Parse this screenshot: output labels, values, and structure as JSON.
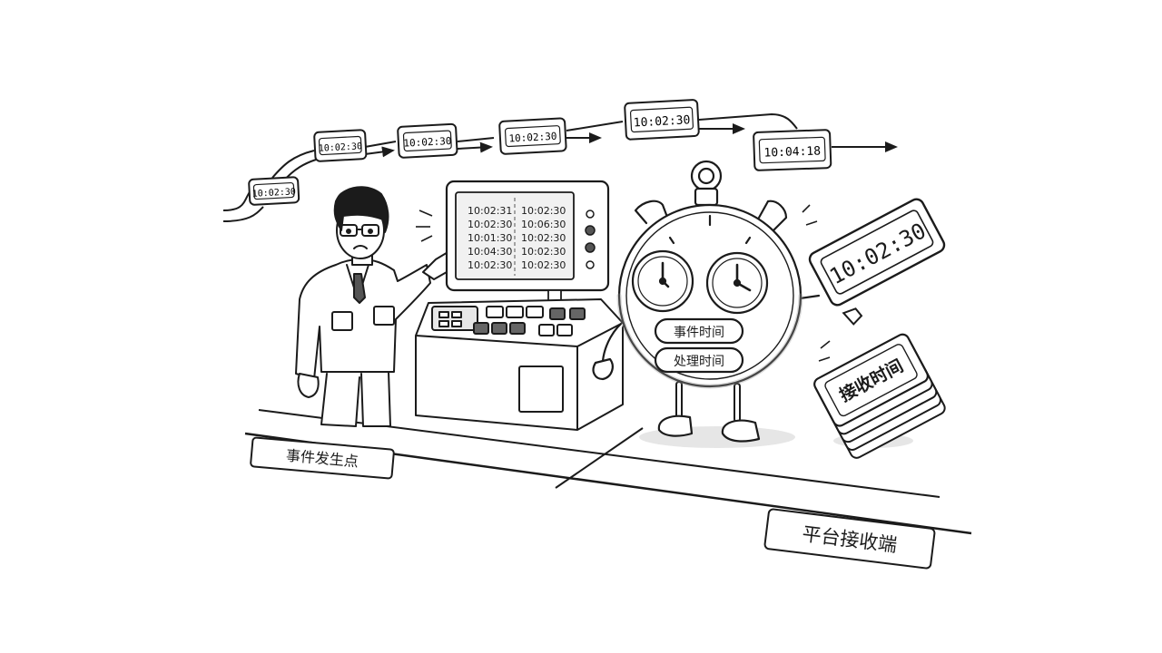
{
  "timeline": {
    "chips": [
      {
        "time": "10:02:30"
      },
      {
        "time": "10:02:30"
      },
      {
        "time": "10:02:30"
      },
      {
        "time": "10:02:30"
      },
      {
        "time": "10:02:30"
      },
      {
        "time": "10:04:18"
      }
    ]
  },
  "terminal": {
    "left_column": [
      "10:02:31",
      "10:02:30",
      "10:01:30",
      "10:04:30",
      "10:02:30"
    ],
    "right_column": [
      "10:02:30",
      "10:06:30",
      "10:02:30",
      "10:02:30",
      "10:02:30"
    ]
  },
  "stopwatch": {
    "event_time_label": "事件时间",
    "processing_time_label": "处理时间"
  },
  "held_card": {
    "time": "10:02:30"
  },
  "card_stack": {
    "label": "接收时间"
  },
  "signs": {
    "event_origin": "事件发生点",
    "platform_receiver": "平台接收端"
  }
}
